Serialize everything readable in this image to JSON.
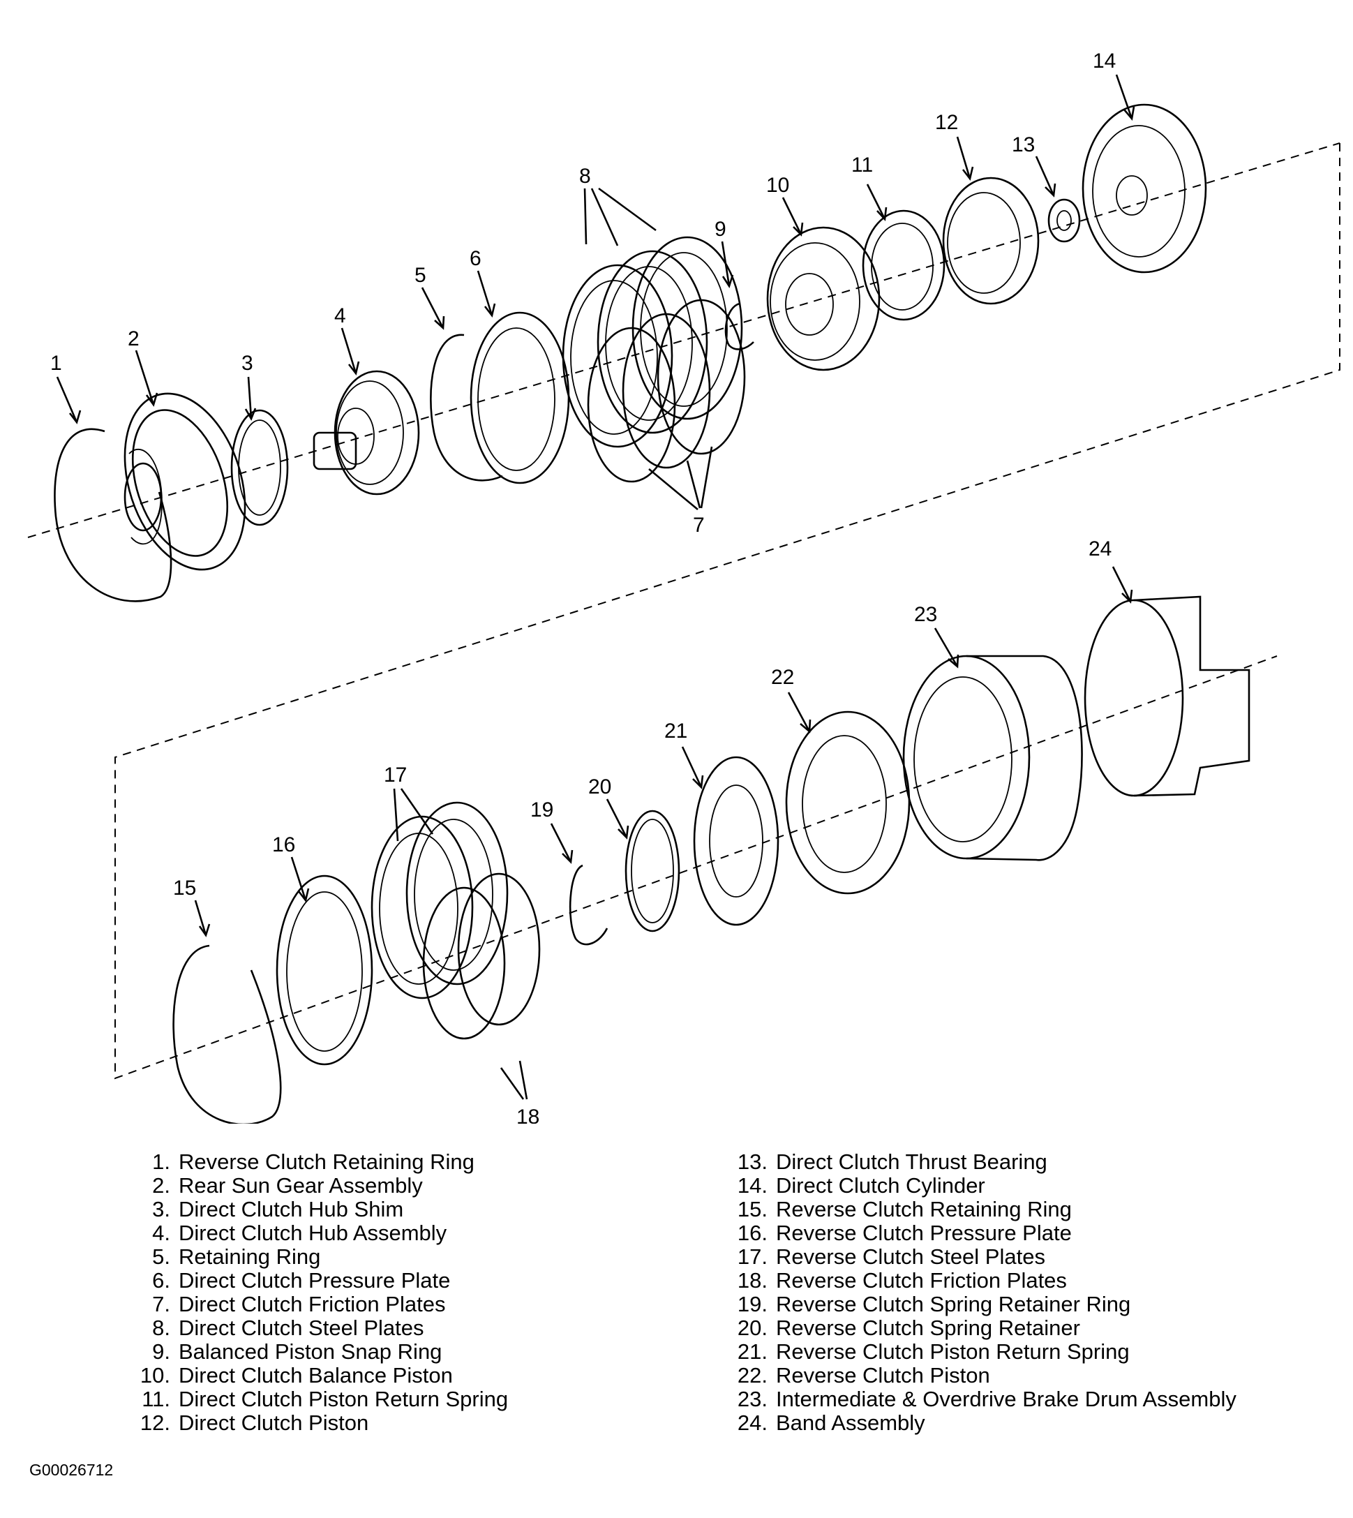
{
  "callouts": [
    "1",
    "2",
    "3",
    "4",
    "5",
    "6",
    "7",
    "8",
    "9",
    "10",
    "11",
    "12",
    "13",
    "14",
    "15",
    "16",
    "17",
    "18",
    "19",
    "20",
    "21",
    "22",
    "23",
    "24"
  ],
  "legend": [
    {
      "num": "1.",
      "label": "Reverse Clutch Retaining Ring"
    },
    {
      "num": "2.",
      "label": "Rear Sun Gear Assembly"
    },
    {
      "num": "3.",
      "label": "Direct Clutch Hub Shim"
    },
    {
      "num": "4.",
      "label": "Direct Clutch Hub Assembly"
    },
    {
      "num": "5.",
      "label": "Retaining Ring"
    },
    {
      "num": "6.",
      "label": "Direct Clutch Pressure Plate"
    },
    {
      "num": "7.",
      "label": "Direct Clutch Friction Plates"
    },
    {
      "num": "8.",
      "label": "Direct Clutch Steel Plates"
    },
    {
      "num": "9.",
      "label": "Balanced Piston Snap Ring"
    },
    {
      "num": "10.",
      "label": "Direct Clutch Balance Piston"
    },
    {
      "num": "11.",
      "label": "Direct Clutch Piston Return Spring"
    },
    {
      "num": "12.",
      "label": "Direct Clutch Piston"
    },
    {
      "num": "13.",
      "label": "Direct Clutch Thrust Bearing"
    },
    {
      "num": "14.",
      "label": "Direct Clutch Cylinder"
    },
    {
      "num": "15.",
      "label": "Reverse Clutch Retaining Ring"
    },
    {
      "num": "16.",
      "label": "Reverse Clutch Pressure Plate"
    },
    {
      "num": "17.",
      "label": "Reverse Clutch Steel Plates"
    },
    {
      "num": "18.",
      "label": "Reverse Clutch Friction Plates"
    },
    {
      "num": "19.",
      "label": "Reverse Clutch Spring Retainer Ring"
    },
    {
      "num": "20.",
      "label": "Reverse Clutch Spring Retainer"
    },
    {
      "num": "21.",
      "label": "Reverse Clutch Piston Return Spring"
    },
    {
      "num": "22.",
      "label": "Reverse Clutch Piston"
    },
    {
      "num": "23.",
      "label": "Intermediate & Overdrive Brake Drum Assembly"
    },
    {
      "num": "24.",
      "label": "Band Assembly"
    }
  ],
  "figure_id": "G00026712"
}
